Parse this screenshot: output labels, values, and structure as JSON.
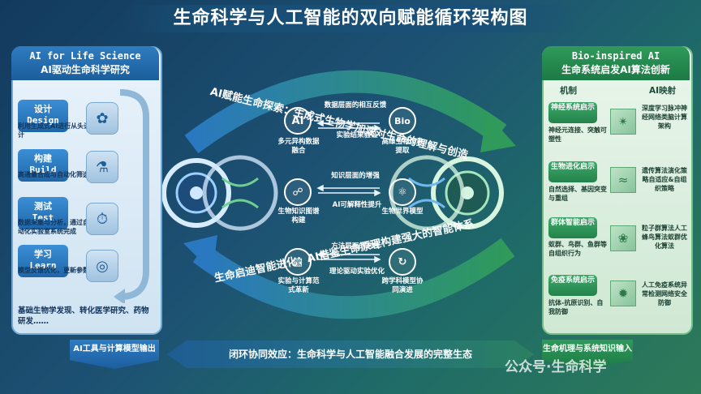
{
  "title": "生命科学与人工智能的双向赋能循环架构图",
  "left": {
    "title_en": "AI for Life Science",
    "title_cn": "AI驱动生命科学研究",
    "steps": [
      {
        "name": "设计",
        "en": "Design",
        "desc": "利用生成式AI进行从头设计",
        "icon": "dna-icon"
      },
      {
        "name": "构建",
        "en": "Build",
        "desc": "高通量合成与自动化筛选",
        "icon": "flask-icon"
      },
      {
        "name": "测试",
        "en": "Test",
        "desc": "数据采集与分析，通过自动化实验室系统完成",
        "icon": "timer-icon"
      },
      {
        "name": "学习",
        "en": "Learn",
        "desc": "模型反馈优化，更新参数",
        "icon": "target-icon"
      }
    ],
    "footer": "基础生物学发现、转化医学研究、药物研发……",
    "output": "AI工具与计算模型输出"
  },
  "right": {
    "title_en": "Bio-inspired AI",
    "title_cn": "生命系统启发AI算法创新",
    "col_mechanism": "机制",
    "col_mapping": "AI映射",
    "items": [
      {
        "name": "神经系统启示",
        "desc": "神经元连接、突触可塑性",
        "map": "深度学习脉冲神经网络类脑计算架构",
        "icon": "neuron-icon"
      },
      {
        "name": "生物进化启示",
        "desc": "自然选择、基因突变与重组",
        "map": "遗传算法演化策略自适应&自组织策略",
        "icon": "helix-icon"
      },
      {
        "name": "群体智能启示",
        "desc": "蚁群、鸟群、鱼群等自组织行为",
        "map": "粒子群算法人工蜂鸟算法蚁群优化算法",
        "icon": "swarm-icon"
      },
      {
        "name": "免疫系统启示",
        "desc": "抗体-抗原识别、自我防御",
        "map": "人工免疫系统异常检测网络安全防御",
        "icon": "virus-icon"
      }
    ],
    "input": "生命机理与系统知识输入"
  },
  "center": {
    "top_arc": "AI赋能生命探索：生成式生物学加速对生命的理解与创造",
    "bottom_arc": "生命启迪智能进化：AI借鉴生命原理构建强大的智能体系",
    "rows": [
      {
        "header": "数据层面的相互反馈",
        "left_icon": "AI",
        "right_icon": "Bio",
        "left_text": "多元异构数据融合",
        "right_text": "高维生物信息提取",
        "middle": "实验结果验证"
      },
      {
        "header": "知识层面的增强",
        "left_icon": "network-icon",
        "right_icon": "atom-icon",
        "left_text": "生物知识图谱构建",
        "right_text": "生物世界模型",
        "middle": "AI可解释性提升"
      },
      {
        "header": "方法层面的迭代",
        "left_icon": "monitor-icon",
        "right_icon": "flow-icon",
        "left_text": "实验与计算范式革新",
        "right_text": "跨学科模型协同演进",
        "middle": "理论驱动实验优化"
      }
    ]
  },
  "banner": "闭环协同效应：生命科学与人工智能融合发展的完整生态",
  "watermark": "公众号·生命科学"
}
